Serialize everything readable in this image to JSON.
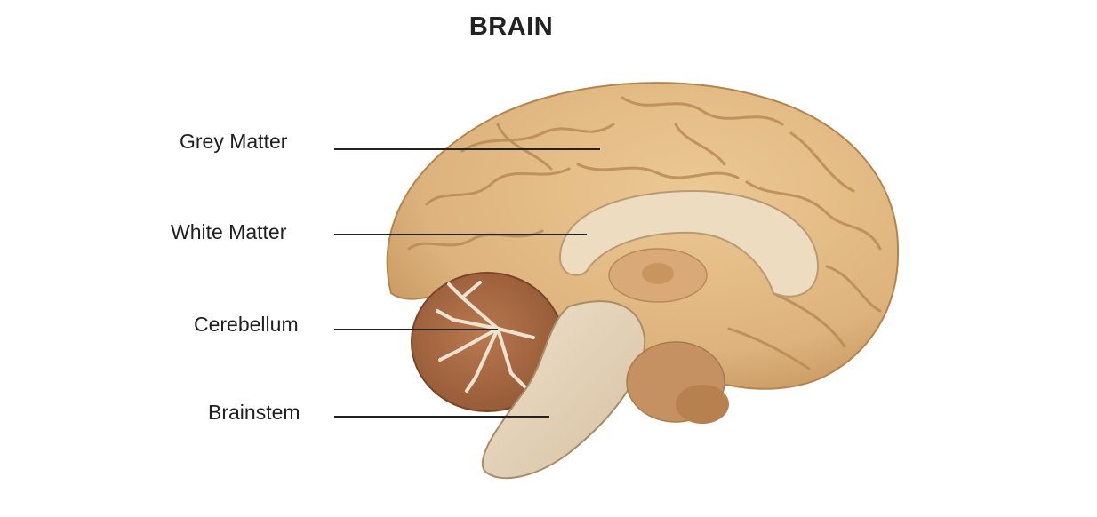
{
  "title": "BRAIN",
  "labels": {
    "grey_matter": "Grey Matter",
    "white_matter": "White Matter",
    "cerebellum": "Cerebellum",
    "brainstem": "Brainstem"
  },
  "colors": {
    "cortex": "#e2b882",
    "cortex_shadow": "#c99a62",
    "white_matter": "#eddcc0",
    "cerebellum": "#a86a45",
    "brainstem": "#e7d7c0",
    "leader_line": "#222222"
  }
}
